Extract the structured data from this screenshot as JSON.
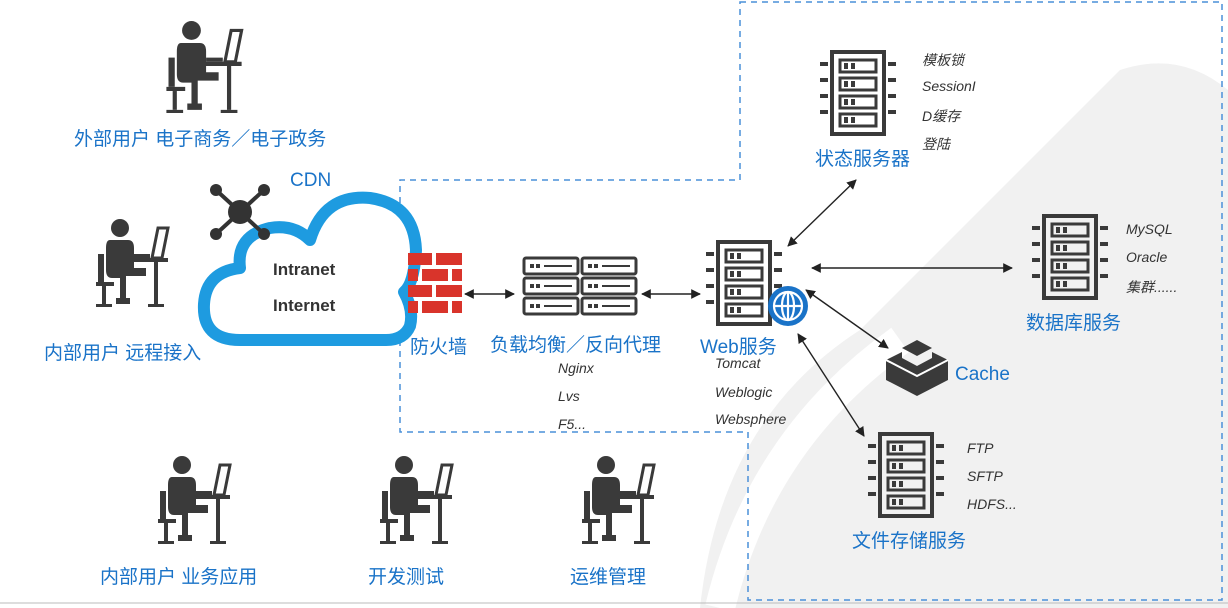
{
  "colors": {
    "accent": "#1a73c8",
    "dark_icon": "#3a3a3a",
    "firewall": "#d9342b",
    "dashed_border": "#4a90d9",
    "cdn_cloud": "#1e9be0"
  },
  "users": {
    "external": "外部用户 电子商务／电子政务",
    "remote": "内部用户 远程接入",
    "business": "内部用户 业务应用",
    "devtest": "开发测试",
    "ops": "运维管理"
  },
  "cdn": {
    "label": "CDN",
    "intranet": "Intranet",
    "internet": "Internet"
  },
  "firewall": {
    "label": "防火墙"
  },
  "load_balancer": {
    "label": "负载均衡／反向代理",
    "items": [
      "Nginx",
      "Lvs",
      "F5..."
    ]
  },
  "web": {
    "label": "Web服务",
    "items": [
      "Tomcat",
      "Weblogic",
      "Websphere"
    ]
  },
  "state": {
    "label": "状态服务器",
    "items": [
      "模板锁",
      "SessionI",
      "D缓存",
      "登陆"
    ]
  },
  "database": {
    "label": "数据库服务",
    "items": [
      "MySQL",
      "Oracle",
      "集群......"
    ]
  },
  "cache": {
    "label": "Cache"
  },
  "file": {
    "label": "文件存储服务",
    "items": [
      "FTP",
      "SFTP",
      "HDFS..."
    ]
  }
}
